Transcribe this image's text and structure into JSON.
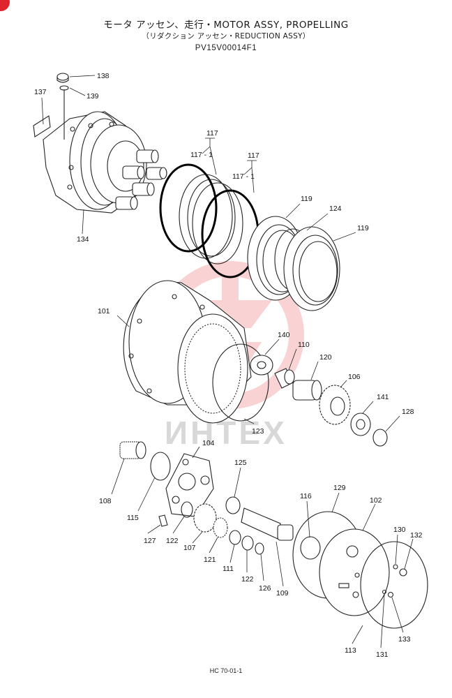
{
  "header": {
    "title_line1": "モータ アッセン、走行・MOTOR ASSY, PROPELLING",
    "title_line2": "（リダクション アッセン・REDUCTION ASSY）",
    "model_code": "PV15V00014F1"
  },
  "footer": {
    "page_ref": "HC 70-01-1"
  },
  "watermark": {
    "text": "ИНТЕХ",
    "color": "#e8383d"
  },
  "part_labels": {
    "p101": "101",
    "p102": "102",
    "p104": "104",
    "p106": "106",
    "p107": "107",
    "p108": "108",
    "p109": "109",
    "p110": "110",
    "p111": "111",
    "p113": "113",
    "p115": "115",
    "p116": "116",
    "p117a": "117",
    "p117_1a": "117 - 1",
    "p117b": "117",
    "p117_1b": "117 - 1",
    "p119a": "119",
    "p119b": "119",
    "p120": "120",
    "p121": "121",
    "p122a": "122",
    "p122b": "122",
    "p123": "123",
    "p124": "124",
    "p125": "125",
    "p126": "126",
    "p127": "127",
    "p128": "128",
    "p129": "129",
    "p130": "130",
    "p131": "131",
    "p132": "132",
    "p133": "133",
    "p134": "134",
    "p137": "137",
    "p138": "138",
    "p139": "139",
    "p140": "140",
    "p141": "141"
  }
}
